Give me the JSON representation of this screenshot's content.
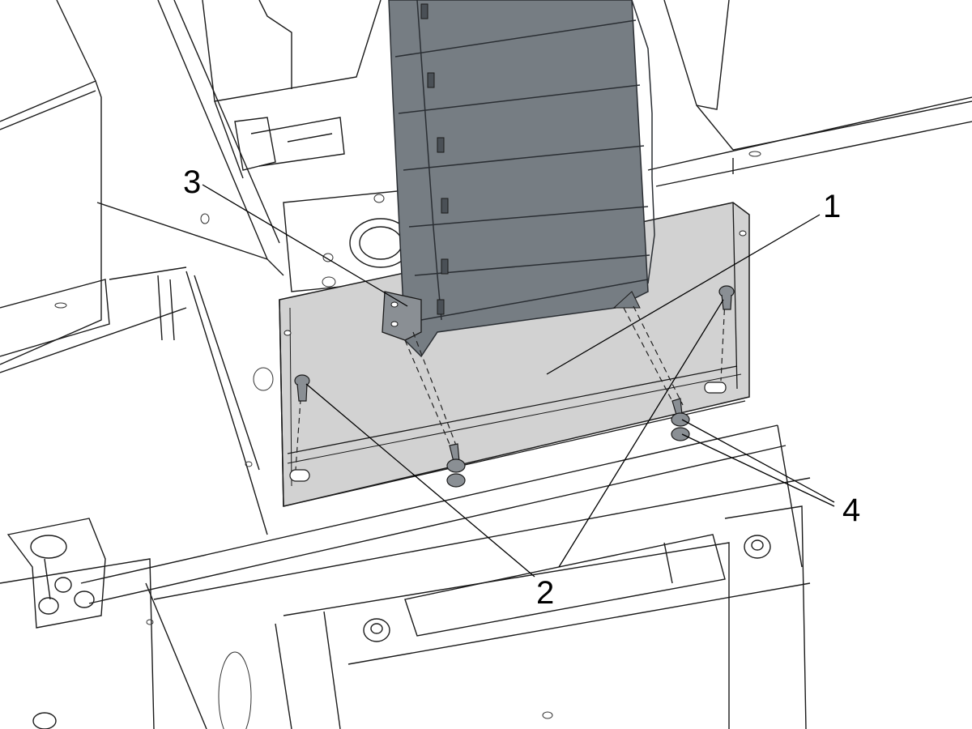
{
  "figure": {
    "colors": {
      "background": "#ffffff",
      "frame_line": "#1a1a1a",
      "bracket_fill": "#d2d2d2",
      "cable_chain_fill": "#767d83",
      "cable_chain_dark": "#4a5056",
      "fastener_fill": "#8a8f94"
    },
    "callouts": [
      {
        "id": "1",
        "label": "1"
      },
      {
        "id": "2",
        "label": "2"
      },
      {
        "id": "3",
        "label": "3"
      },
      {
        "id": "4",
        "label": "4"
      }
    ]
  }
}
